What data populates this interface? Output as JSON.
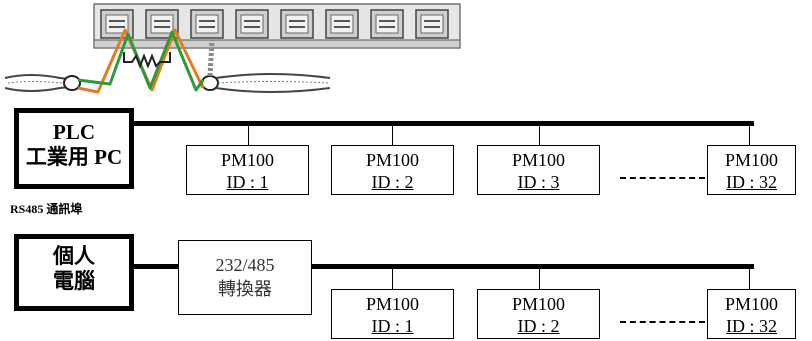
{
  "top_network": {
    "host_line1": "PLC",
    "host_line2": "工業用 PC",
    "port_caption": "RS485 通訊埠",
    "devices": [
      {
        "name": "PM100",
        "id": "ID : 1"
      },
      {
        "name": "PM100",
        "id": "ID : 2"
      },
      {
        "name": "PM100",
        "id": "ID : 3"
      },
      {
        "name": "PM100",
        "id": "ID : 32"
      }
    ]
  },
  "bottom_network": {
    "host_line1": "個人",
    "host_line2": "電腦",
    "converter_line1": "232/485",
    "converter_line2": "轉換器",
    "devices": [
      {
        "name": "PM100",
        "id": "ID : 1"
      },
      {
        "name": "PM100",
        "id": "ID : 2"
      },
      {
        "name": "PM100",
        "id": "ID : 32"
      }
    ]
  },
  "colors": {
    "wire_orange": "#e87a1e",
    "wire_green": "#2e9a3c",
    "terminal_gray": "#cfcfcf"
  }
}
